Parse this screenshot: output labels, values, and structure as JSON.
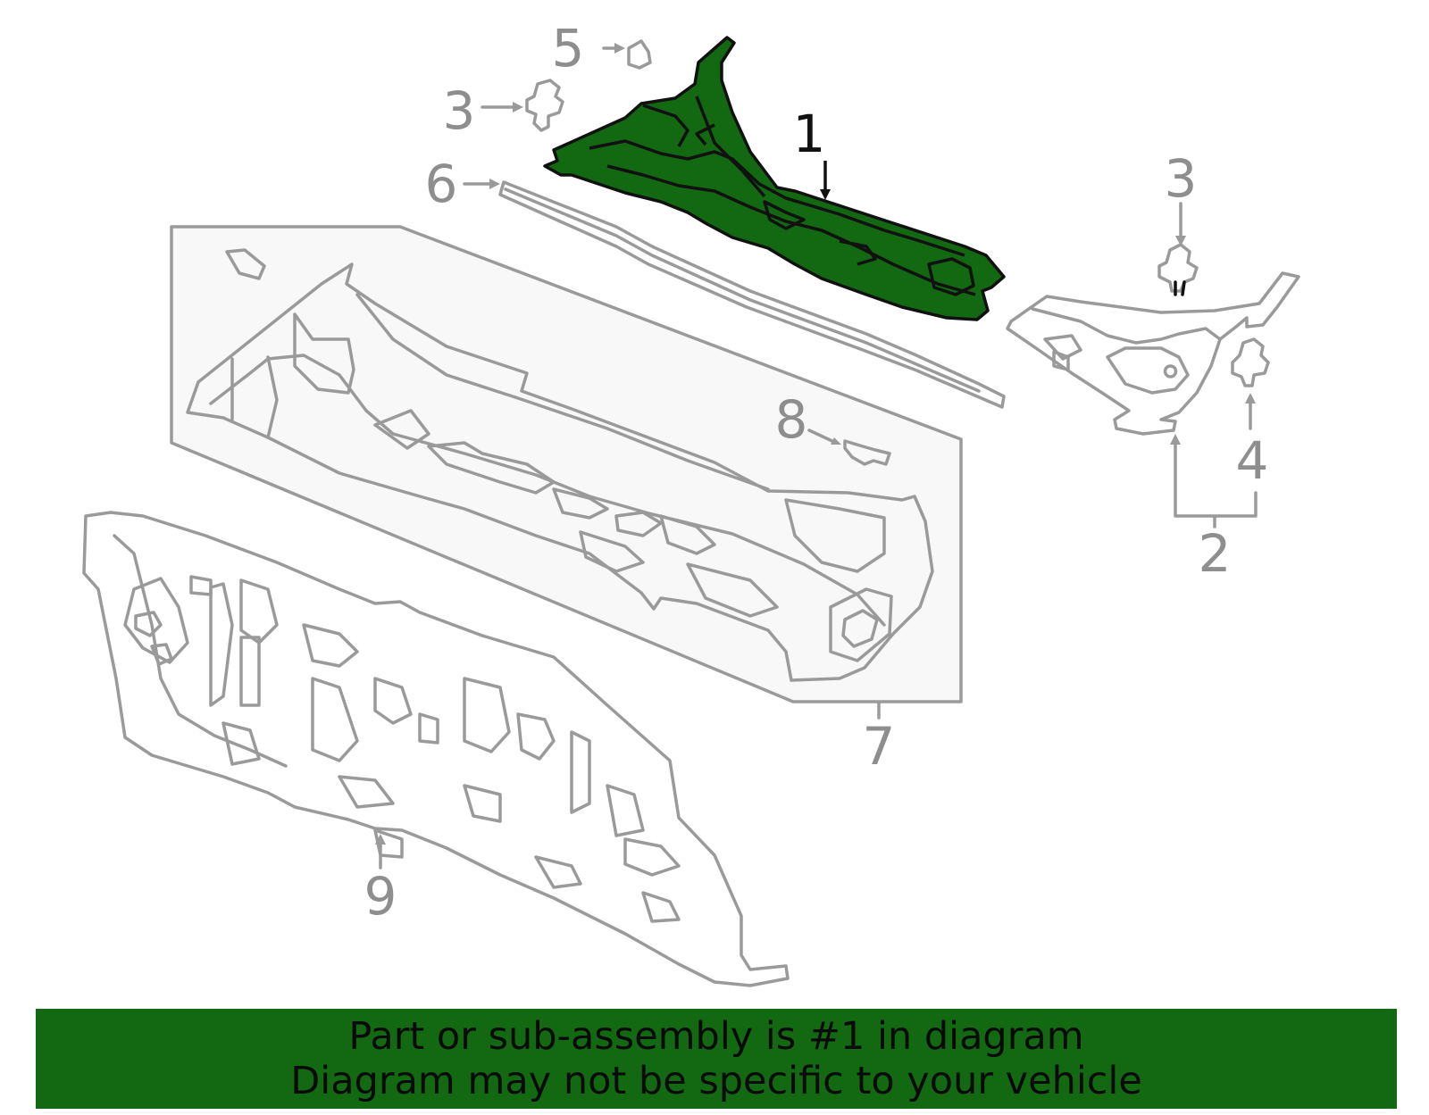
{
  "colors": {
    "highlight_part": "#136812",
    "outline": "#9a9a9a",
    "outline_dark": "#111111",
    "box_fill": "#f8f8f8",
    "banner": "#136812",
    "banner_text": "#0a0a0a"
  },
  "callouts": {
    "c1": "1",
    "c2": "2",
    "c3a": "3",
    "c3b": "3",
    "c4": "4",
    "c5": "5",
    "c6": "6",
    "c7": "7",
    "c8": "8",
    "c9": "9"
  },
  "highlighted_callout": "1",
  "banner": {
    "line1": "Part or sub-assembly is #1 in diagram",
    "line2": "Diagram may not be specific to your vehicle"
  }
}
